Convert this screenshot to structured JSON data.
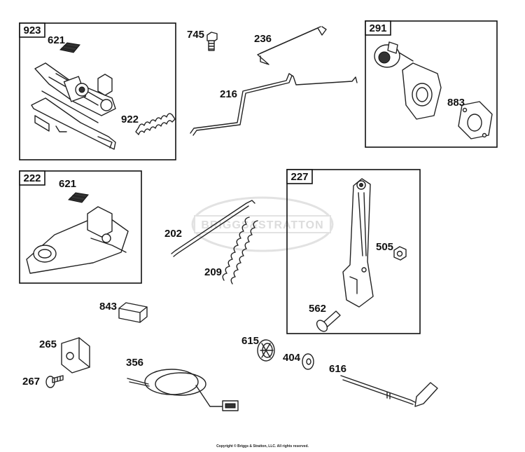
{
  "groups": {
    "g923": "923",
    "g291": "291",
    "g222": "222",
    "g227": "227"
  },
  "parts": {
    "p621a": "621",
    "p922": "922",
    "p745": "745",
    "p236": "236",
    "p216": "216",
    "p883": "883",
    "p621b": "621",
    "p202": "202",
    "p209": "209",
    "p505": "505",
    "p562": "562",
    "p843": "843",
    "p265": "265",
    "p267": "267",
    "p356": "356",
    "p615": "615",
    "p404": "404",
    "p616": "616"
  },
  "watermark": "BRIGGS&STRATTON",
  "copyright": "Copyright © Briggs & Stratton, LLC. All rights reserved."
}
